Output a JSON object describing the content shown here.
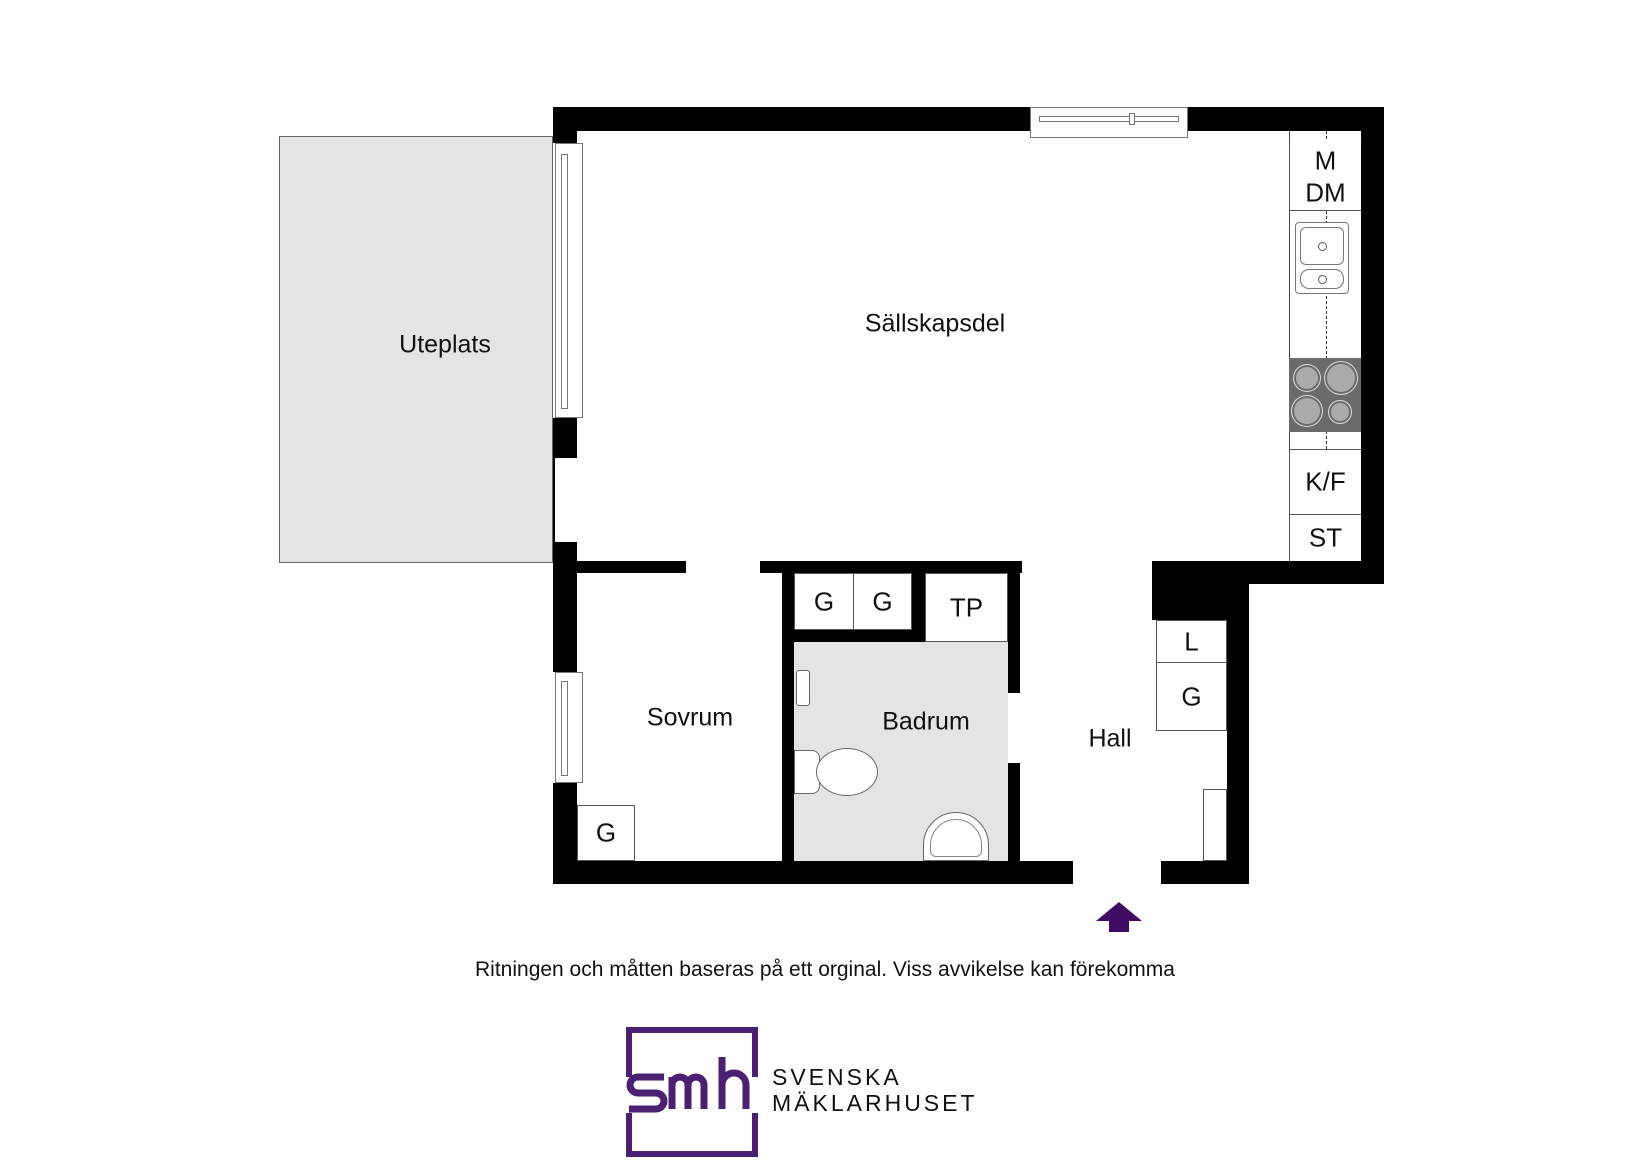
{
  "floorplan": {
    "rooms": {
      "uteplats": "Uteplats",
      "sallskapsdel": "Sällskapsdel",
      "sovrum": "Sovrum",
      "badrum": "Badrum",
      "hall": "Hall"
    },
    "kitchen_units": {
      "m": "M",
      "dm": "DM",
      "kf": "K/F",
      "st": "ST"
    },
    "closets": {
      "bath_g1": "G",
      "bath_g2": "G",
      "tp": "TP",
      "hall_l": "L",
      "hall_g": "G",
      "sovrum_g": "G"
    },
    "colors": {
      "wall": "#000000",
      "outdoor_fill": "#e4e4e4",
      "bathroom_fill": "#e4e4e4",
      "stove_fill": "#6b6b6b",
      "brand_purple": "#4b1f73",
      "entrance_arrow": "#3f0a64"
    },
    "entrance_icon": "arrow-up-icon"
  },
  "disclaimer": "Ritningen och måtten baseras på ett orginal. Viss avvikelse kan förekomma",
  "logo": {
    "mark": "smh",
    "line1": "SVENSKA",
    "line2": "MÄKLARHUSET"
  }
}
